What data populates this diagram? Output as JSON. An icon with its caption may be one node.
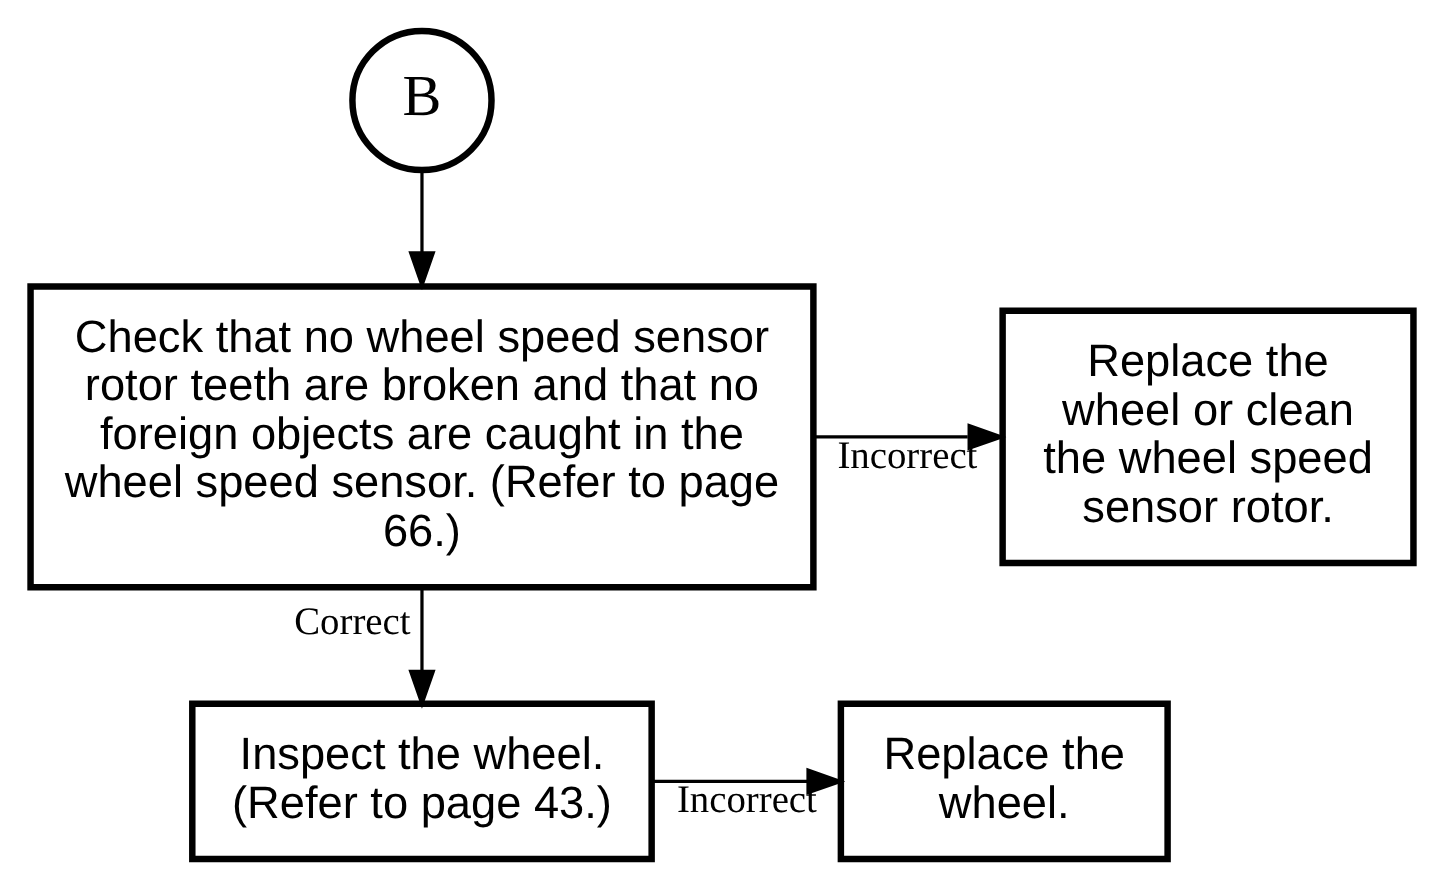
{
  "diagram": {
    "nodes": [
      {
        "text": [
          "B"
        ]
      },
      {
        "text": [
          "Check that no wheel speed sensor rotor teeth are broken and that no foreign objects are caught in the wheel speed sensor. (Refer to page 66.)"
        ]
      },
      {
        "text": [
          "Replace the wheel or clean the wheel speed sensor rotor."
        ]
      },
      {
        "text": [
          "Inspect the wheel. (Refer to page 43.)"
        ]
      },
      {
        "text": [
          "Replace the wheel."
        ]
      }
    ],
    "edges": [
      {
        "from": 0,
        "to": 1,
        "arrow": "to"
      },
      {
        "from": 1,
        "to": 2,
        "arrow": "to",
        "label": "Incorrect"
      },
      {
        "from": 1,
        "to": 3,
        "arrow": "to",
        "label": "Correct"
      },
      {
        "from": 3,
        "to": 4,
        "arrow": "to",
        "label": "Incorrect"
      }
    ]
  }
}
